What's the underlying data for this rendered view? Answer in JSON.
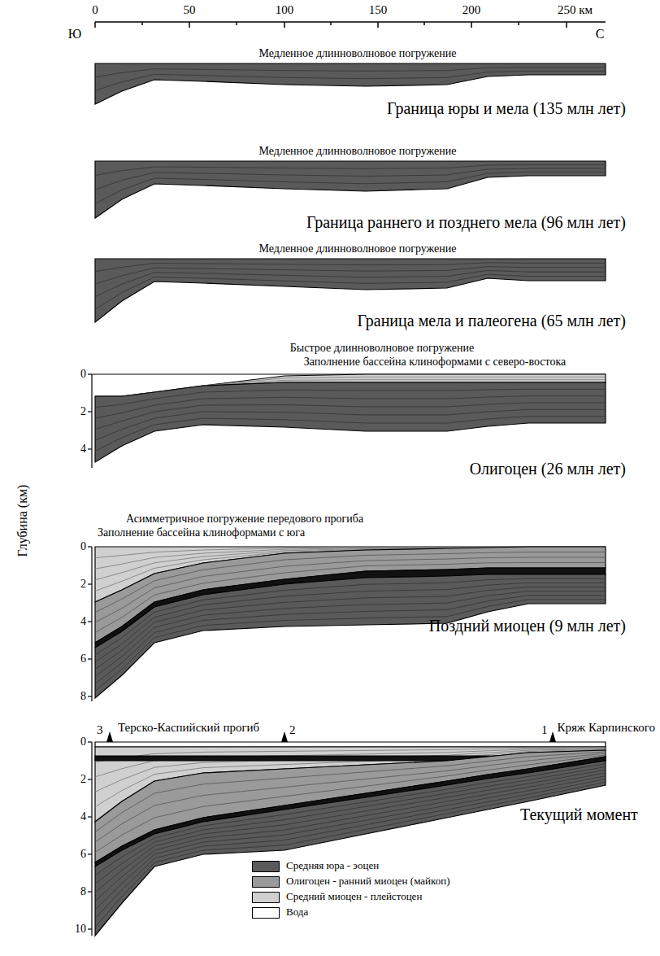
{
  "diagram": {
    "labels": [
      "0",
      "50",
      "100",
      "150",
      "200",
      "250 км",
      "Ю",
      "С",
      "Медленное длинноволновое погружение",
      "Граница юры и мела (135 млн лет)",
      "Медленное длинноволновое погружение",
      "Граница раннего и позднего мела (96 млн лет)",
      "Медленное длинноволновое погружение",
      "Граница мела и палеогена (65 млн лет)",
      "Быстрое длинноволновое погружение",
      "Заполнение бассейна клиноформами с северо-востока",
      "Олигоцен (26 млн лет)",
      "Асимметричное погружение передового прогиба",
      "Заполнение бассейна клиноформами с юга",
      "Поздний миоцен (9 млн лет)",
      "Терско-Каспийский прогиб",
      "3",
      "2",
      "1",
      "Кряж Карпинского",
      "Текущий момент",
      "Глубина (км)",
      "0",
      "2",
      "4",
      "0",
      "2",
      "4",
      "6",
      "8",
      "0",
      "2",
      "4",
      "6",
      "8",
      "10"
    ],
    "legend": [
      {
        "text": "Средняя юра - эоцен",
        "color": "#5a5a5a"
      },
      {
        "text": "Олигоцен - ранний миоцен (майкоп)",
        "color": "#9a9a9a"
      },
      {
        "text": "Средний миоцен - плейстоцен",
        "color": "#d0d0d0"
      },
      {
        "text": "Вода",
        "color": "#ffffff"
      }
    ]
  }
}
